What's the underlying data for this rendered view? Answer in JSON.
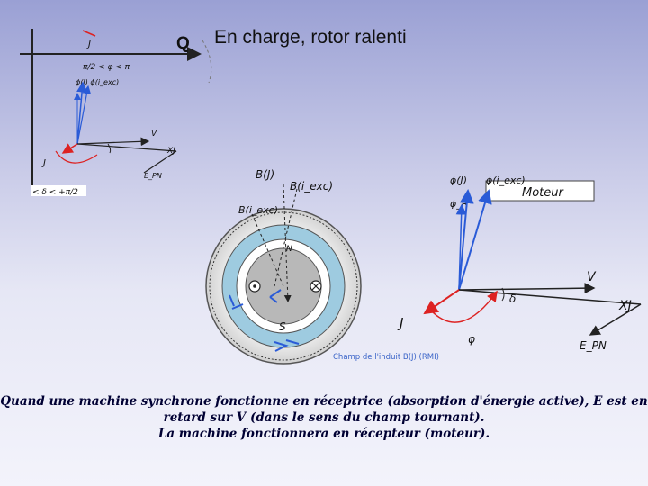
{
  "title": "En charge, rotor ralenti",
  "q_label": "Q",
  "small_diagram": {
    "j_top": "J",
    "phi_range": "π/2 < φ < π",
    "flux_labels": "ϕ(J) ϕ(i_exc)",
    "v_label": "V",
    "xj_label": "XJ",
    "j_left": "J",
    "e_label": "E_PN",
    "delta_box": "< δ < +π/2"
  },
  "rotor": {
    "b_j": "B(J)",
    "b_iexc": "B(i_exc)",
    "b_iexc_left": "B(i_exc)",
    "n_pole": "N",
    "s_pole": "S",
    "field_caption": "Champ de l'induit B(J) (RMI)"
  },
  "phasor": {
    "phi_j": "ϕ(J)",
    "phi_iexc": "ϕ(i_exc)",
    "phi_r": "ϕ_R",
    "motor_box": "Moteur",
    "v": "V",
    "xj": "XJ",
    "j": "J",
    "delta": "δ",
    "phi": "φ",
    "e_pn": "E_PN"
  },
  "caption": {
    "line1": "Quand une machine synchrone fonctionne en réceptrice (absorption d'énergie active), E est en",
    "line2": "retard sur V (dans le sens du champ tournant).",
    "line3": "La machine fonctionnera en récepteur (moteur)."
  }
}
